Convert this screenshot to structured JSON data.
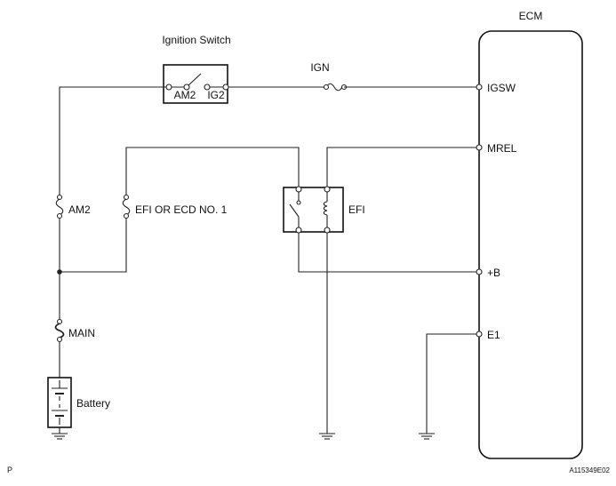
{
  "diagram": {
    "ecm_label": "ECM",
    "ignition_switch_label": "Ignition Switch",
    "switch_am2_label": "AM2",
    "switch_ig2_label": "IG2",
    "fuse_ign_label": "IGN",
    "fuse_am2_label": "AM2",
    "fuse_efi_label": "EFI OR ECD NO. 1",
    "fuse_main_label": "MAIN",
    "relay_label": "EFI",
    "battery_label": "Battery",
    "pins": {
      "igsw": "IGSW",
      "mrel": "MREL",
      "b_plus": "+B",
      "e1": "E1"
    },
    "corner_left": "P",
    "corner_right": "A115349E02"
  }
}
